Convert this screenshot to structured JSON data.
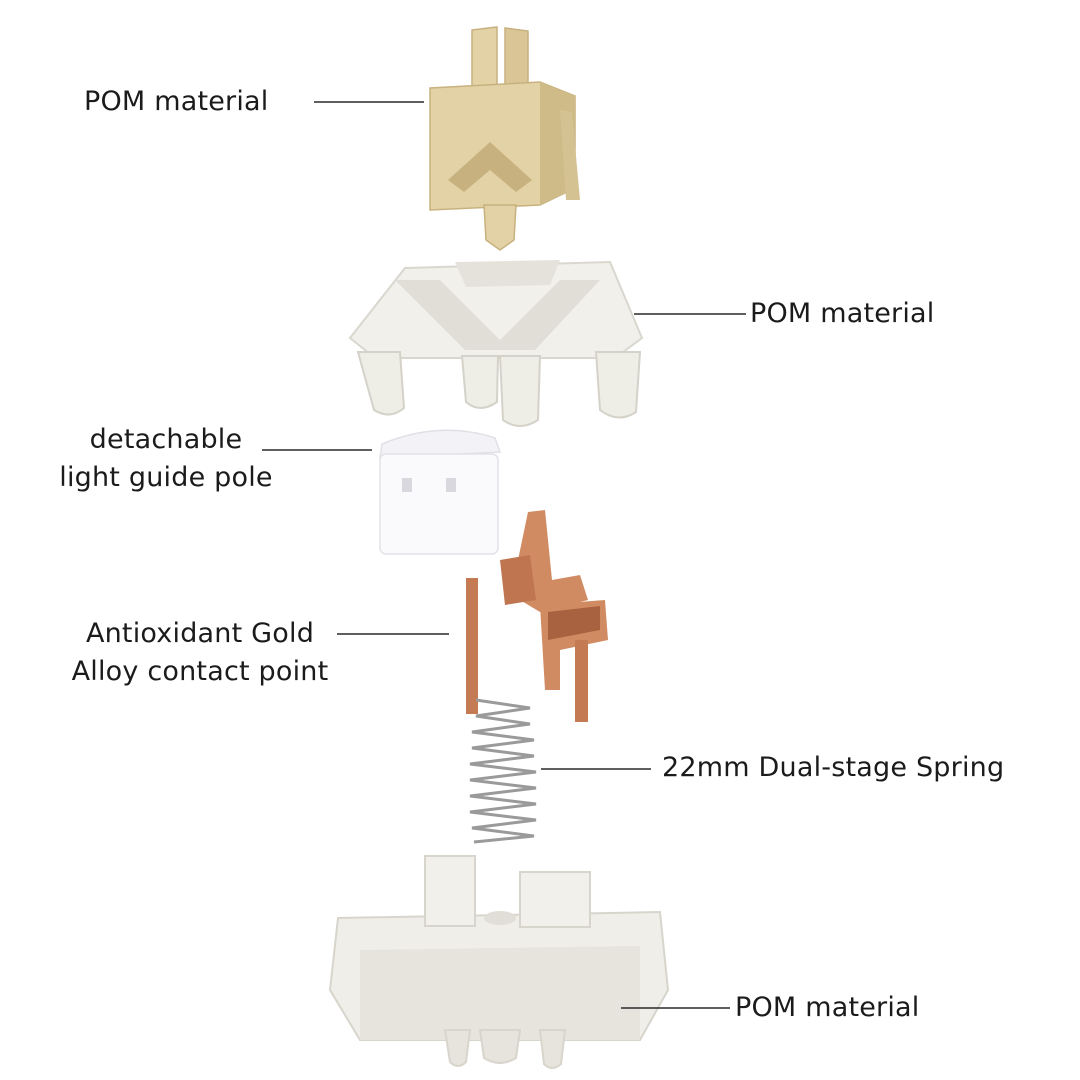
{
  "colors": {
    "stem": "#e3d2a6",
    "stem_shade": "#c7b17e",
    "housing": "#f1f0ea",
    "housing_shade": "#d9d7cf",
    "light_guide": "#fafafc",
    "contact": "#d08b62",
    "contact_shade": "#a86240",
    "spring": "#9a9a9a",
    "leader_line": "#2a2a2a",
    "text": "#1b1b1b"
  },
  "labels": {
    "stem": "POM material",
    "top_housing": "POM material",
    "light_guide_line1": "detachable",
    "light_guide_line2": "light guide pole",
    "contact_line1": "Antioxidant Gold",
    "contact_line2": "Alloy contact point",
    "spring": "22mm Dual-stage Spring",
    "bottom_housing": "POM material"
  }
}
